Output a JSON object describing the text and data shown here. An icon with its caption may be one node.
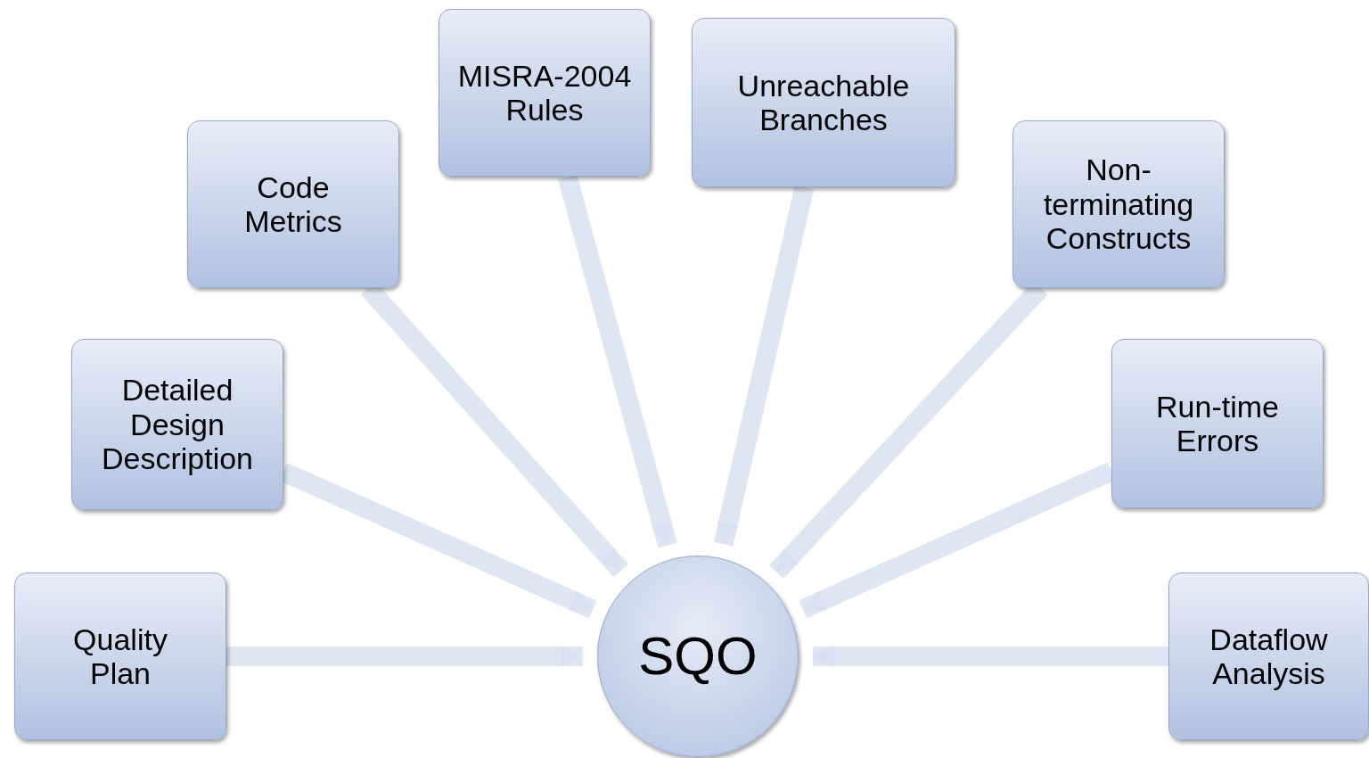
{
  "diagram": {
    "nodes": [
      {
        "text": [
          "Quality Plan"
        ]
      },
      {
        "text": [
          "Detailed Design Description"
        ]
      },
      {
        "text": [
          "Code Metrics"
        ]
      },
      {
        "text": [
          "MISRA-2004 Rules"
        ]
      },
      {
        "text": [
          "Unreachable Branches"
        ]
      },
      {
        "text": [
          "Non-terminating Constructs"
        ]
      },
      {
        "text": [
          "Run-time Errors"
        ]
      },
      {
        "text": [
          "Dataflow Analysis"
        ]
      },
      {
        "text": [
          "SQO"
        ]
      }
    ],
    "edges": [
      {
        "from": 0,
        "to": 8,
        "arrow": "to"
      },
      {
        "from": 1,
        "to": 8,
        "arrow": "to"
      },
      {
        "from": 2,
        "to": 8,
        "arrow": "to"
      },
      {
        "from": 3,
        "to": 8,
        "arrow": "to"
      },
      {
        "from": 4,
        "to": 8,
        "arrow": "to"
      },
      {
        "from": 5,
        "to": 8,
        "arrow": "to"
      },
      {
        "from": 6,
        "to": 8,
        "arrow": "to"
      },
      {
        "from": 7,
        "to": 8,
        "arrow": "to"
      }
    ]
  }
}
